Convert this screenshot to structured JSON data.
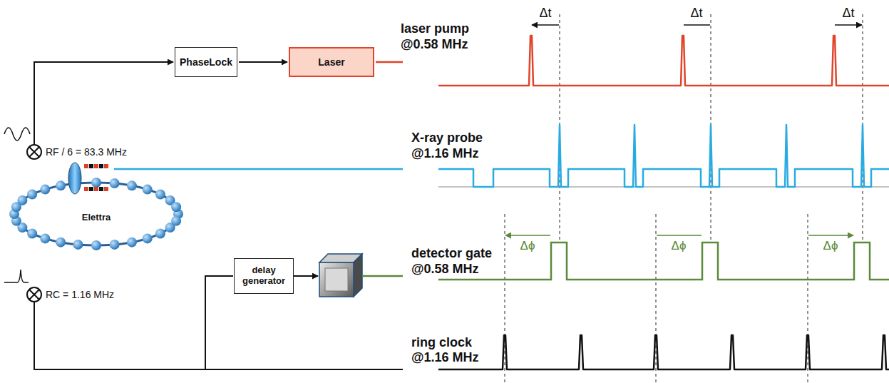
{
  "diagram": {
    "nodes": [
      {
        "text": [
          "Elettra"
        ]
      },
      {
        "text": [
          "PhaseLock"
        ]
      },
      {
        "text": [
          "Laser"
        ]
      },
      {
        "text": [
          "delay generator"
        ]
      }
    ],
    "edges": [
      {
        "from": 1,
        "to": 2,
        "arrow": "to"
      }
    ],
    "labels": [
      "RF / 6 = 83.3 MHz",
      "RC = 1.16 MHz",
      "laser pump",
      "@0.58 MHz",
      "X-ray probe",
      "@1.16 MHz",
      "detector gate",
      "@0.58 MHz",
      "ring clock",
      "@1.16 MHz",
      "Δt",
      "Δt",
      "Δt",
      "Δϕ",
      "Δϕ",
      "Δϕ"
    ]
  }
}
